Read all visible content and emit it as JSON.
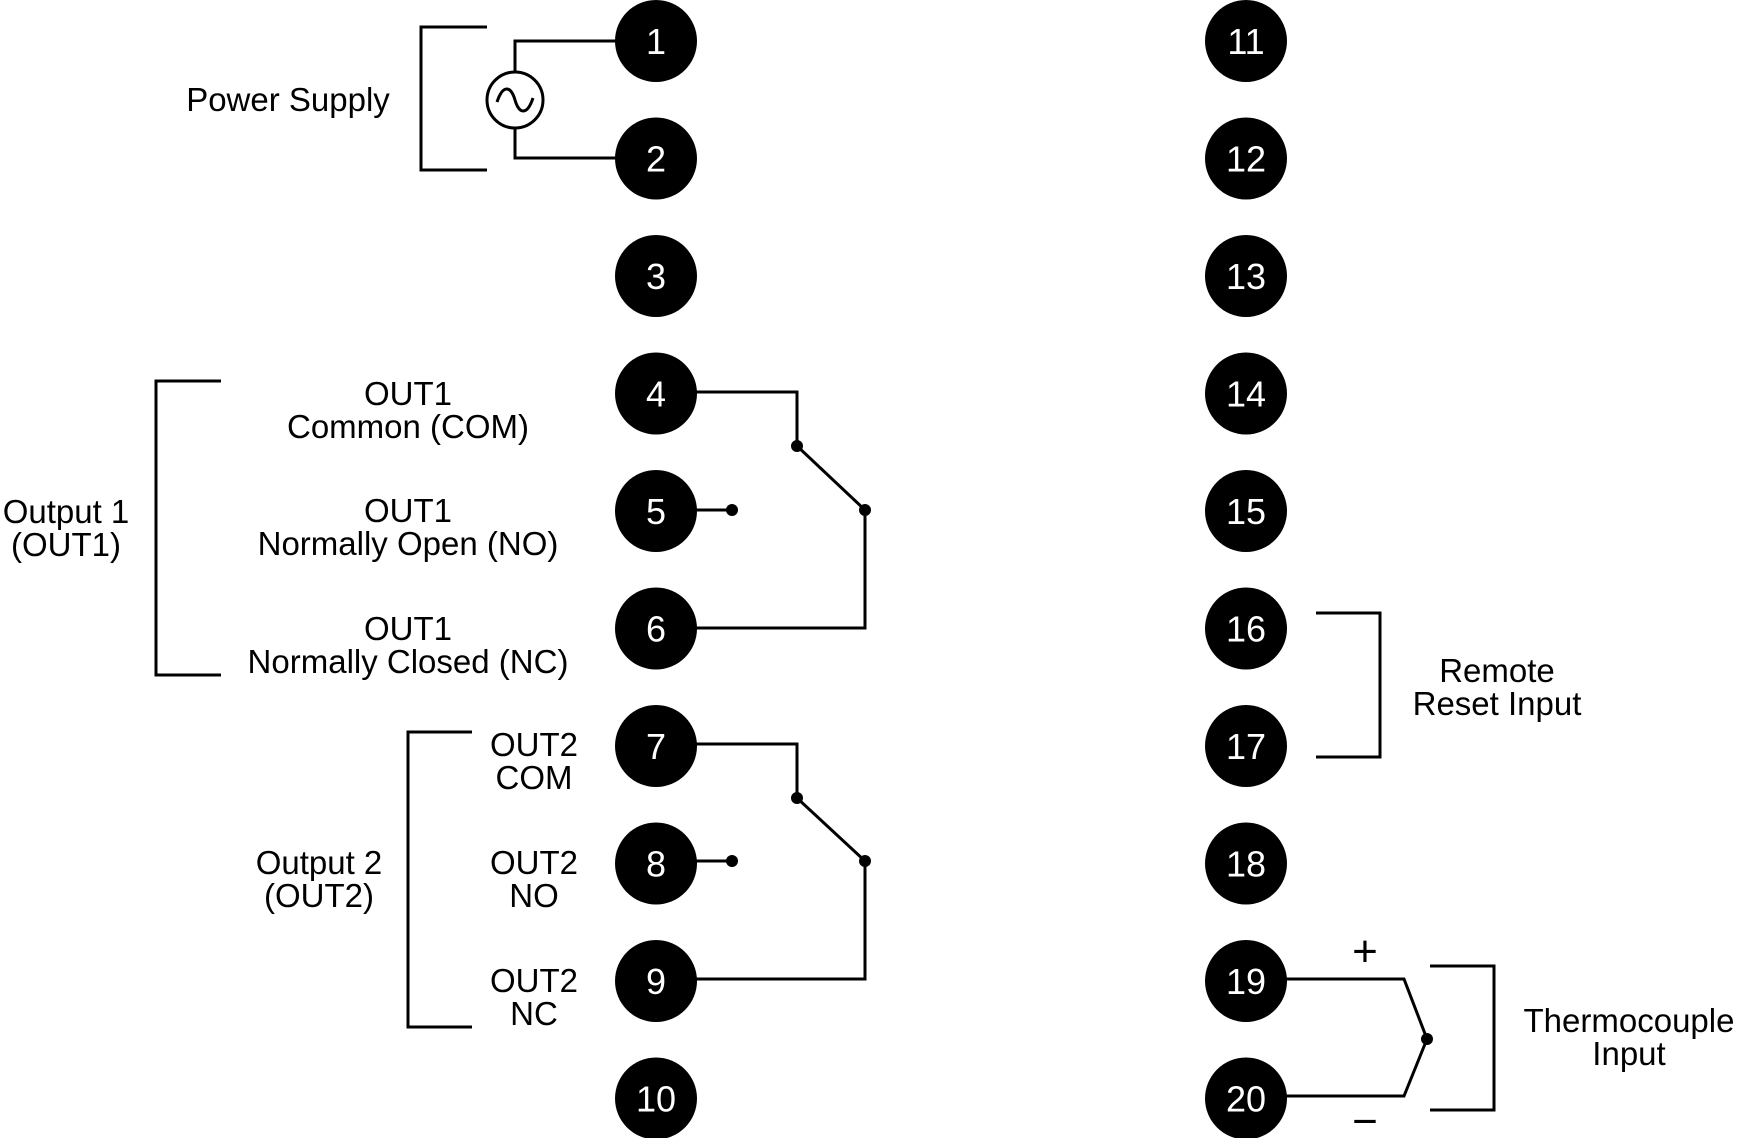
{
  "terminals": [
    "1",
    "2",
    "3",
    "4",
    "5",
    "6",
    "7",
    "8",
    "9",
    "10",
    "11",
    "12",
    "13",
    "14",
    "15",
    "16",
    "17",
    "18",
    "19",
    "20"
  ],
  "labels": {
    "power_supply": "Power Supply",
    "output1_line1": "Output 1",
    "output1_line2": "(OUT1)",
    "out1_com_line1": "OUT1",
    "out1_com_line2": "Common (COM)",
    "out1_no_line1": "OUT1",
    "out1_no_line2": "Normally Open (NO)",
    "out1_nc_line1": "OUT1",
    "out1_nc_line2": "Normally Closed (NC)",
    "output2_line1": "Output 2",
    "output2_line2": "(OUT2)",
    "out2_com_line1": "OUT2",
    "out2_com_line2": "COM",
    "out2_no_line1": "OUT2",
    "out2_no_line2": "NO",
    "out2_nc_line1": "OUT2",
    "out2_nc_line2": "NC",
    "remote_reset_line1": "Remote",
    "remote_reset_line2": "Reset Input",
    "thermocouple_line1": "Thermocouple",
    "thermocouple_line2": "Input",
    "plus": "+",
    "minus": "−"
  },
  "colors": {
    "terminal_fill": "#000000",
    "terminal_text": "#ffffff",
    "line": "#000000",
    "background": "#ffffff"
  },
  "icons": {
    "ac_source": "ac-source-icon"
  }
}
